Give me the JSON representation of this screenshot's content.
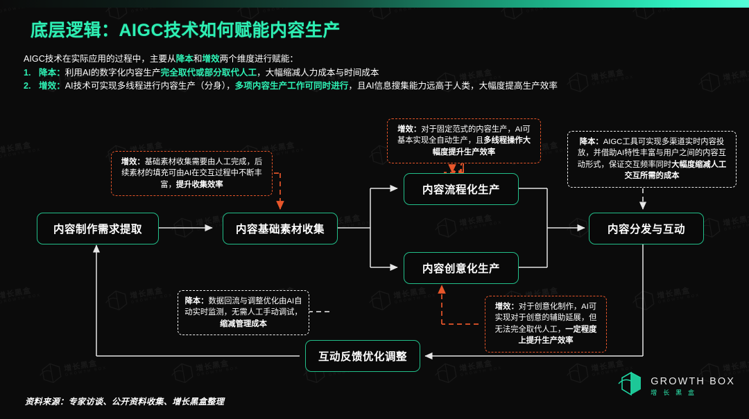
{
  "theme": {
    "background": "#0b0b0b",
    "accent_green": "#2ef0b4",
    "node_border": "#22c08a",
    "callout_orange": "#e8562a",
    "callout_white": "#f2f2f2",
    "text_white": "#ffffff"
  },
  "header": {
    "title": "底层逻辑：AIGC技术如何赋能内容生产"
  },
  "intro": {
    "lead_a": "AIGC技术在实际应用的过程中，主要从",
    "lead_hl1": "降本",
    "lead_b": "和",
    "lead_hl2": "增效",
    "lead_c": "两个维度进行赋能：",
    "items": [
      {
        "num": "1.",
        "label": "降本",
        "colon": "：",
        "text_a": "利用AI的数字化内容生产",
        "highlight": "完全取代或部分取代人工",
        "text_b": "，大幅缩减人力成本与时间成本"
      },
      {
        "num": "2.",
        "label": "增效",
        "colon": "：",
        "text_a": "AI技术可实现多线程进行内容生产（分身），",
        "highlight": "多项内容生产工作可同时进行",
        "text_b": "，且AI信息搜集能力远高于人类，大幅度提高生产效率"
      }
    ]
  },
  "nodes": [
    {
      "id": "demand",
      "label": "内容制作需求提取"
    },
    {
      "id": "material",
      "label": "内容基础素材收集"
    },
    {
      "id": "process",
      "label": "内容流程化生产"
    },
    {
      "id": "creative",
      "label": "内容创意化生产"
    },
    {
      "id": "distribute",
      "label": "内容分发与互动"
    },
    {
      "id": "feedback",
      "label": "互动反馈优化调整"
    }
  ],
  "callouts": [
    {
      "id": "material-note",
      "style": "orange",
      "tag": "增效",
      "colon": "：",
      "body_a": "基础素材收集需要由人工完成，后续素材的填充可由AI在交互过程中不断丰富，",
      "body_bold": "提升收集效率"
    },
    {
      "id": "process-note",
      "style": "orange",
      "tag": "增效",
      "colon": "：",
      "body_a": "对于固定范式的内容生产，AI可基本实现全自动生产，且",
      "body_bold": "多线程操作大幅度提升生产效率"
    },
    {
      "id": "distribute-note",
      "style": "white",
      "tag": "降本",
      "colon": "：",
      "body_a": "AIGC工具可实现多渠道实时内容投放，并借助AI特性丰富与用户之间的内容互动形式，保证交互频率同时",
      "body_bold": "大幅度缩减人工交互所需的成本"
    },
    {
      "id": "feedback-note",
      "style": "white",
      "tag": "降本",
      "colon": "：",
      "body_a": "数据回流与调整优化由AI自动实时监测，无需人工手动调试，",
      "body_bold": "缩减管理成本"
    },
    {
      "id": "creative-note",
      "style": "orange",
      "tag": "增效",
      "colon": "：",
      "body_a": "对于创意化制作，AI可实现对于创意的辅助延展，但无法完全取代人工，",
      "body_bold": "一定程度上提升生产效率"
    }
  ],
  "footer": {
    "source": "资料来源：专家访谈、公开资料收集、增长黑盒整理"
  },
  "logo": {
    "en": "GROWTH BOX",
    "cn": "增 长 黑 盒",
    "icon": "cube-icon"
  },
  "watermark": {
    "cn": "增长黑盒",
    "en": "GROWTH BOX"
  }
}
